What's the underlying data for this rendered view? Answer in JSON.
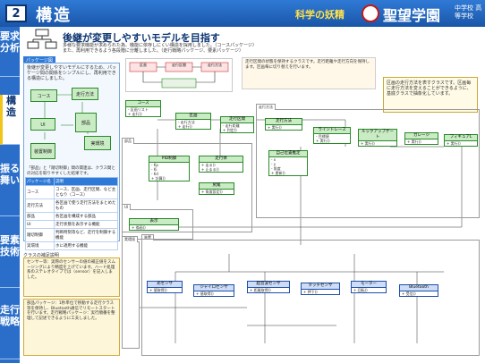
{
  "header": {
    "page_number": "2",
    "title": "構造",
    "brand": "科学の妖精",
    "school": "聖望学園",
    "school_sub": "中学校 高等学校",
    "bg_color": "#2568c0"
  },
  "nav": {
    "items": [
      {
        "label": "要求分析",
        "active": false
      },
      {
        "label": "構造",
        "active": true
      },
      {
        "label": "振る舞い",
        "active": false
      },
      {
        "label": "要素技術",
        "active": false
      },
      {
        "label": "走行戦略",
        "active": false
      }
    ]
  },
  "main": {
    "heading": "後継が変更しやすいモデルを目指す",
    "desc_1": "多様な要求機能が求められた為、機能に依存しにくい構造を採用しました。（コースパッケージ）",
    "desc_2": "また、再利用できるよう各段階に分離しました。（走行戦略パッケージ、要素パッケージ）"
  },
  "package_panel": {
    "tag": "パッケージ図",
    "note": "後継が変更しやすいモデルにするため、パッケージ間の関係をシンプルにし、再利用できる構造にしました。",
    "packages": {
      "course": "コース",
      "strategy": "走行方法",
      "ui": "UI",
      "parts": "部品",
      "hw": "装置制御",
      "env": "実環境"
    },
    "caption": "「部品」と「踏切制御」間の関連は、クラス間との対応を取りやすくした結果です。",
    "table_headers": [
      "パッケージ名",
      "説明"
    ],
    "table_rows": [
      [
        "コース",
        "コース、区画、走行区間、など主となり（コース）"
      ],
      [
        "走行方法",
        "各区画で使う走行方法をまとめたもの"
      ],
      [
        "部品",
        "各区画を構成する部品"
      ],
      [
        "UI",
        "走行状態を表示する機能"
      ],
      [
        "踏切制御",
        "判断時刻等など、走行を制御する機能"
      ],
      [
        "実環境",
        "ホに適用する機能"
      ]
    ]
  },
  "class_panel": {
    "tag": "クラスの補足説明",
    "text": "センサー等：実際のセンサーの値の補正値をスムージングにより精度を上げています。ハード処理系のステレオタイプでは（sensor）を記入しました。"
  },
  "legend_panel": {
    "text": "部品パッケージ：1秒単位で移動する走行クラス等を保持し、Bluetooth通信でリモートスタートを行います。走行戦略パッケージ：実行順番を整理して記述できるように工夫しました。"
  },
  "notes": {
    "text": "走行区間の状態を保持するクラスです。走行距離や走行方向を保持します。区画毎に切り替えを行います。"
  },
  "callout": {
    "text": "区画の走行方法を表すクラスです。区画毎に走行方法を変えることができるように、基底クラスで抽象化しています。"
  },
  "mini_diagram": {
    "labels": [
      "区画",
      "走行区間",
      "走行方法"
    ]
  },
  "class_diagram": {
    "packages": [
      {
        "label": "走行方法"
      },
      {
        "label": "部品"
      },
      {
        "label": "装置"
      },
      {
        "label": "UI"
      },
      {
        "label": "実環境"
      }
    ],
    "classes": [
      {
        "name": "コース",
        "rows": [
          "- 区画リスト",
          "+ 走行()"
        ]
      },
      {
        "name": "区画",
        "rows": [
          "- 走行方法",
          "+ 走行()"
        ]
      },
      {
        "name": "走行区間",
        "rows": [
          "- 走行距離",
          "+ 判定()"
        ]
      },
      {
        "name": "走行方法",
        "rows": [
          "+ 実行()"
        ]
      },
      {
        "name": "ライントレース",
        "rows": [
          "- 目標値",
          "+ 実行()"
        ]
      },
      {
        "name": "ルックアップゲート",
        "rows": [
          "+ 実行()"
        ]
      },
      {
        "name": "ガレージ",
        "rows": [
          "+ 実行()"
        ]
      },
      {
        "name": "フィギュアL",
        "rows": [
          "+ 実行()"
        ]
      },
      {
        "name": "PID制御",
        "rows": [
          "- Kp",
          "- Ki",
          "- Kd",
          "+ 計算()"
        ]
      },
      {
        "name": "走行体",
        "rows": [
          "+ 走る()",
          "+ 止まる()"
        ]
      },
      {
        "name": "尻尾",
        "rows": [
          "+ 角度設定()"
        ]
      },
      {
        "name": "光センサ",
        "rows": [
          "+ 値取得()"
        ],
        "sensor": true
      },
      {
        "name": "ジャイロセンサ",
        "rows": [
          "+ 値取得()"
        ],
        "sensor": true
      },
      {
        "name": "超音波センサ",
        "rows": [
          "+ 距離取得()"
        ],
        "sensor": true
      },
      {
        "name": "タッチセンサ",
        "rows": [
          "+ 押下()"
        ],
        "sensor": true
      },
      {
        "name": "モーター",
        "rows": [
          "+ 回転()"
        ],
        "sensor": true
      },
      {
        "name": "Bluetooth",
        "rows": [
          "+ 受信()"
        ],
        "sensor": true
      },
      {
        "name": "表示",
        "rows": [
          "+ 描画()"
        ]
      },
      {
        "name": "自己位置推定",
        "rows": [
          "- x",
          "- y",
          "- 角度",
          "+ 更新()"
        ]
      }
    ]
  }
}
